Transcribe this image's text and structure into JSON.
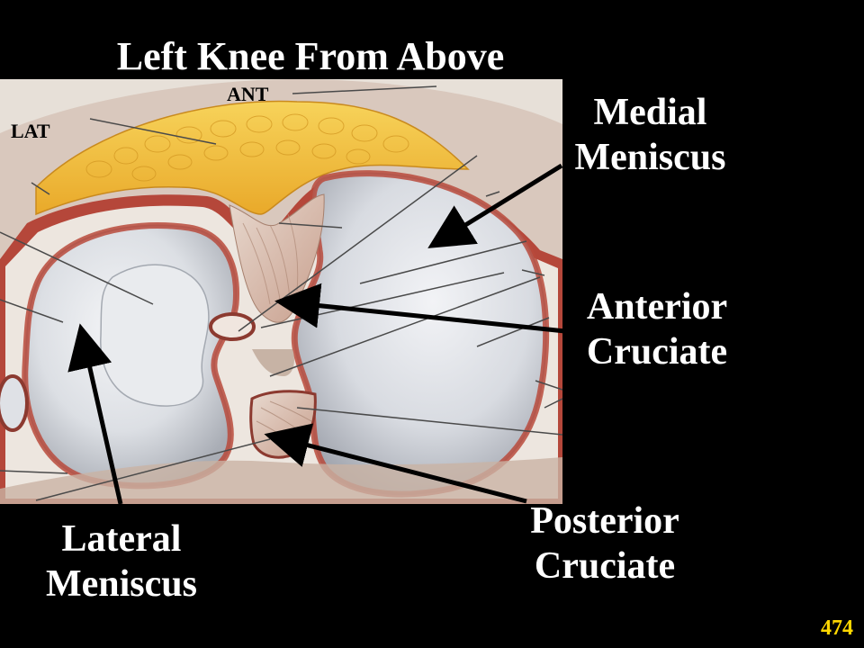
{
  "title": "Left Knee From Above",
  "orientation": {
    "anterior": "ANT",
    "lateral": "LAT"
  },
  "labels": {
    "medial_meniscus": [
      "Medial",
      "Meniscus"
    ],
    "anterior_cruciate": [
      "Anterior",
      "Cruciate"
    ],
    "posterior_cruciate": [
      "Posterior",
      "Cruciate"
    ],
    "lateral_meniscus": [
      "Lateral",
      "Meniscus"
    ]
  },
  "page_number": "474",
  "colors": {
    "background": "#000000",
    "label_text": "#ffffff",
    "page_number": "#ffd700",
    "fat": "#f2c12e",
    "synovium": "#b5473a",
    "cartilage": "#d9dde3"
  }
}
